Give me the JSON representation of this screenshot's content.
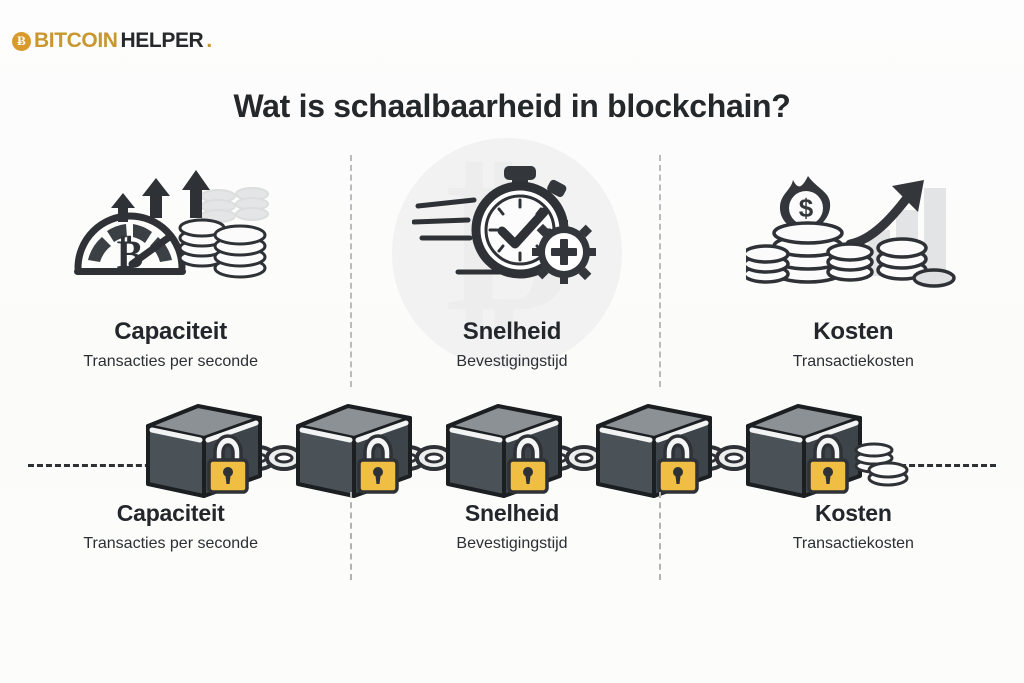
{
  "brand": {
    "mark": "Ƀ",
    "name_primary": "BITCOIN",
    "name_secondary": "HELPER",
    "dot": ".",
    "color_primary": "#c9972e",
    "color_secondary": "#26292c"
  },
  "header": {
    "title": "Wat is schaalbaarheid in blockchain?",
    "title_color": "#25282b"
  },
  "watermark": {
    "symbol": "₿"
  },
  "features": [
    {
      "id": "capaciteit",
      "title": "Capaciteit",
      "subtitle": "Transacties per seconde",
      "icon": "speedometer-bitcoin-coins-icon"
    },
    {
      "id": "snelheid",
      "title": "Snelheid",
      "subtitle": "Bevestigingstijd",
      "icon": "stopwatch-check-gear-icon"
    },
    {
      "id": "kosten",
      "title": "Kosten",
      "subtitle": "Transactiekosten",
      "icon": "burning-money-rising-chart-icon"
    }
  ],
  "chain": {
    "block_count": 5,
    "block_face_color": "#4a5257",
    "block_top_color": "#8b9195",
    "lock_color": "#efbe43",
    "link_color": "#e8e9ea"
  },
  "footer_labels": [
    {
      "title": "Capaciteit",
      "subtitle": "Transacties per seconde"
    },
    {
      "title": "Snelheid",
      "subtitle": "Bevestigingstijd"
    },
    {
      "title": "Kosten",
      "subtitle": "Transactiekosten"
    }
  ]
}
